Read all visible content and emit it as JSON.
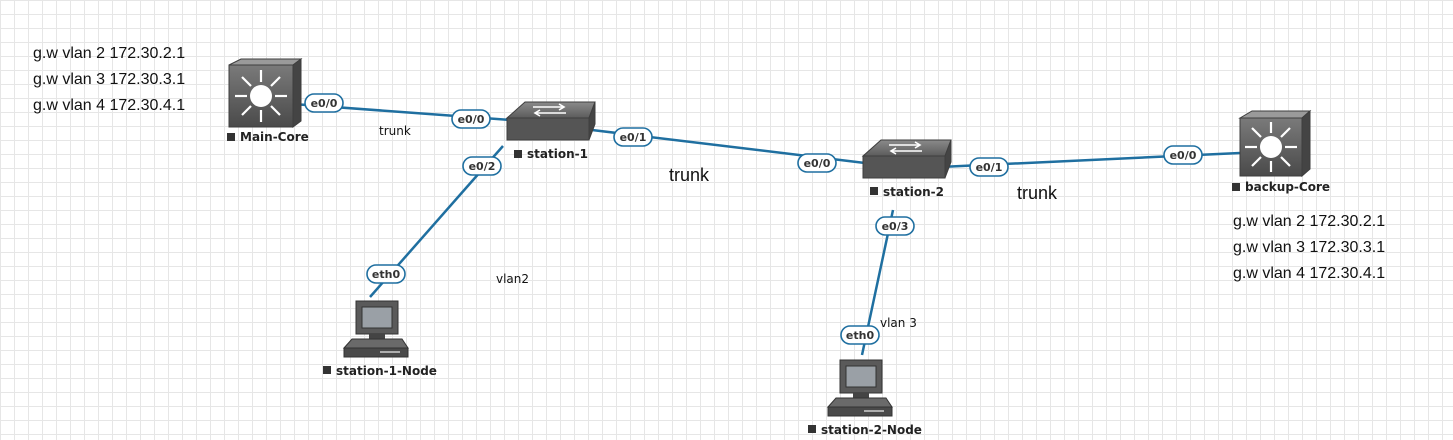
{
  "nodes": {
    "main_core": "Main-Core",
    "station_1": "station-1",
    "station_2": "station-2",
    "backup_core": "backup-Core",
    "station_1_node": "station-1-Node",
    "station_2_node": "station-2-Node"
  },
  "ports": {
    "main_core_e0_0": "e0/0",
    "station_1_e0_0": "e0/0",
    "station_1_e0_1": "e0/1",
    "station_1_e0_2": "e0/2",
    "station_2_e0_0": "e0/0",
    "station_2_e0_1": "e0/1",
    "station_2_e0_3": "e0/3",
    "backup_core_e0_0": "e0/0",
    "station_1_node_eth0": "eth0",
    "station_2_node_eth0": "eth0"
  },
  "link_notes": {
    "trunk_main": "trunk",
    "trunk_s1_s2": "trunk",
    "trunk_s2_backup": "trunk",
    "vlan2": "vlan2",
    "vlan3": "vlan 3"
  },
  "gateway_notes": {
    "main_core": [
      "g.w vlan 2 172.30.2.1",
      "g.w vlan 3 172.30.3.1",
      "g.w vlan 4 172.30.4.1"
    ],
    "backup_core": [
      "g.w vlan 2 172.30.2.1",
      "g.w vlan 3 172.30.3.1",
      "g.w vlan 4 172.30.4.1"
    ]
  },
  "colors": {
    "link": "#1f6fa0",
    "device": "#5a5a5a",
    "grid": "#e6e6e6"
  }
}
